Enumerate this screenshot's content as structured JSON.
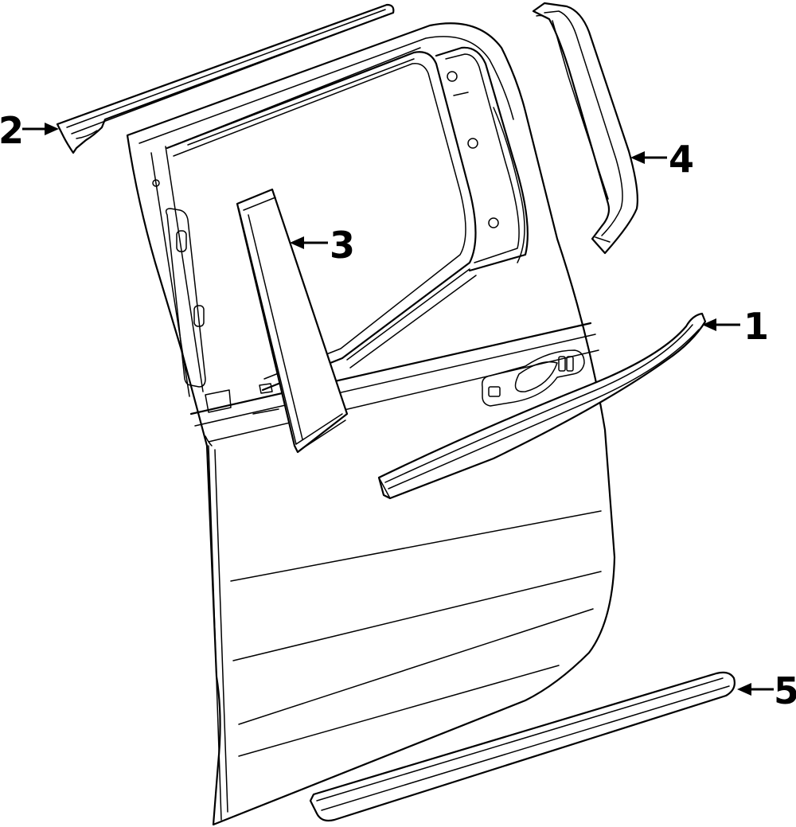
{
  "diagram": {
    "type": "exploded-parts",
    "callouts": [
      {
        "id": "callout-1",
        "label": "1"
      },
      {
        "id": "callout-2",
        "label": "2"
      },
      {
        "id": "callout-3",
        "label": "3"
      },
      {
        "id": "callout-4",
        "label": "4"
      },
      {
        "id": "callout-5",
        "label": "5"
      }
    ],
    "colors": {
      "stroke": "#000000",
      "background": "#ffffff"
    }
  }
}
